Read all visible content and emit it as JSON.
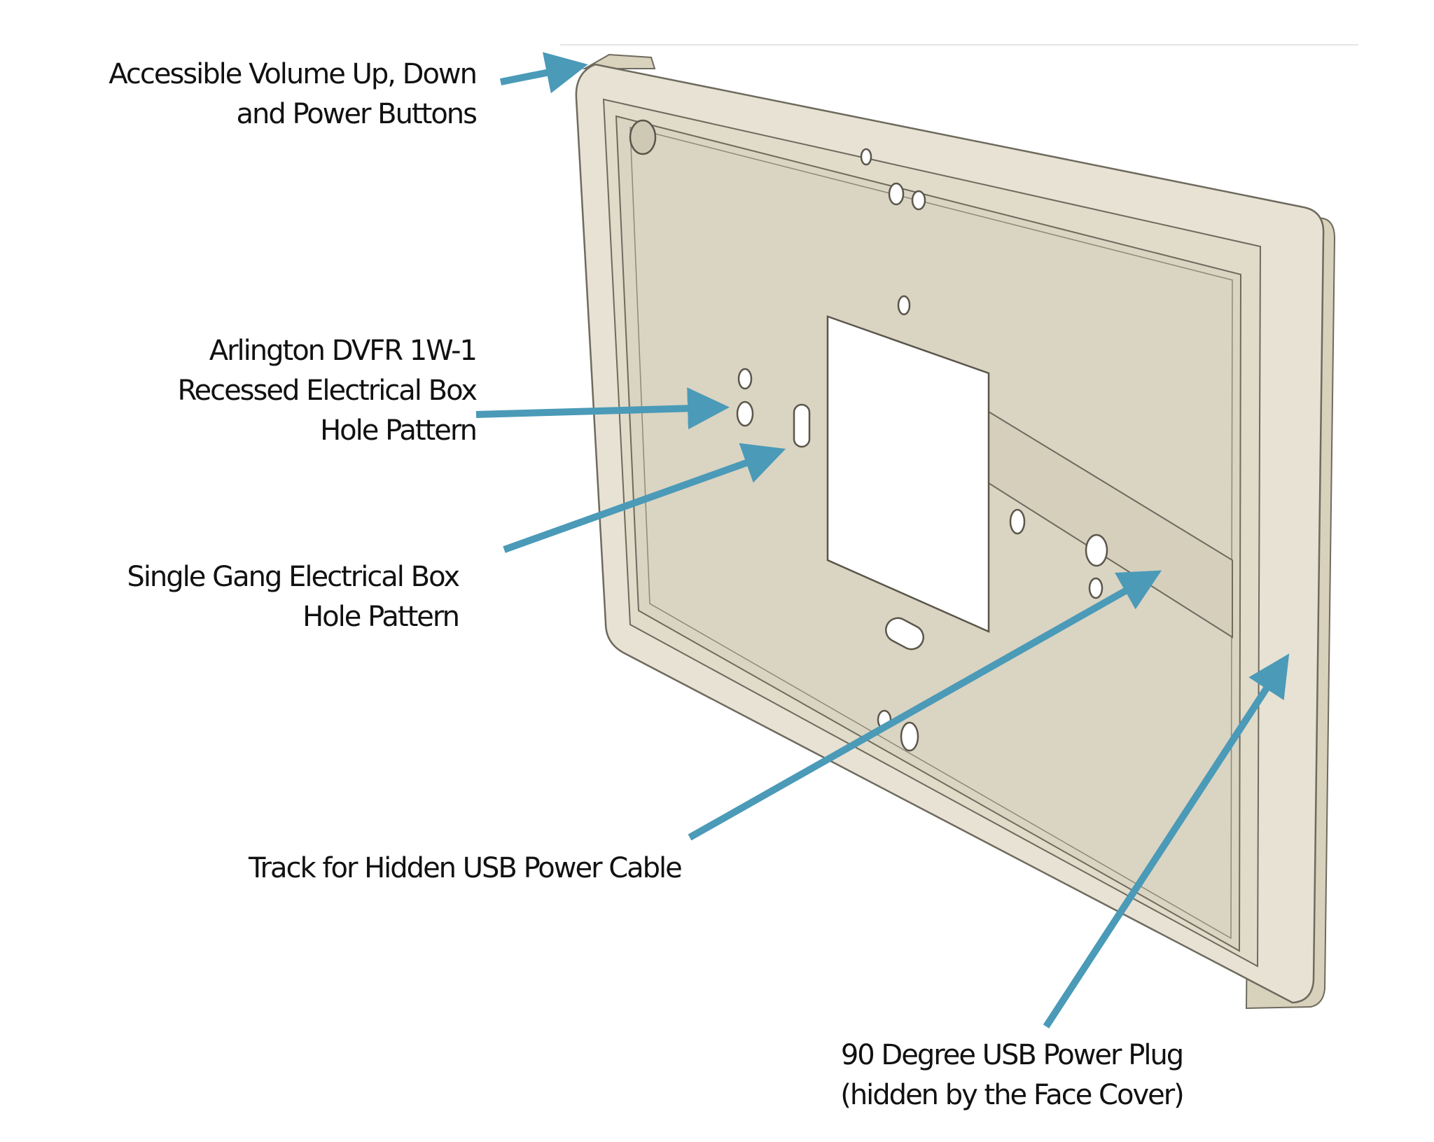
{
  "callouts": {
    "buttons": {
      "lines": [
        "Accessible Volume Up, Down",
        "and Power Buttons"
      ]
    },
    "arlington": {
      "lines": [
        "Arlington DVFR 1W-1",
        "Recessed Electrical Box",
        "Hole Pattern"
      ]
    },
    "single_gang": {
      "lines": [
        "Single Gang Electrical Box",
        "Hole Pattern"
      ]
    },
    "track": {
      "lines": [
        "Track for  Hidden USB Power Cable"
      ]
    },
    "usb_plug": {
      "lines": [
        "90 Degree USB Power Plug",
        "(hidden by the Face Cover)"
      ]
    }
  },
  "colors": {
    "arrow": "#4a9ab8",
    "plate_face": "#e7e2d3",
    "plate_recess": "#dad4c2",
    "plate_edge": "#c9c2ad",
    "outline": "#6e6a5e"
  }
}
